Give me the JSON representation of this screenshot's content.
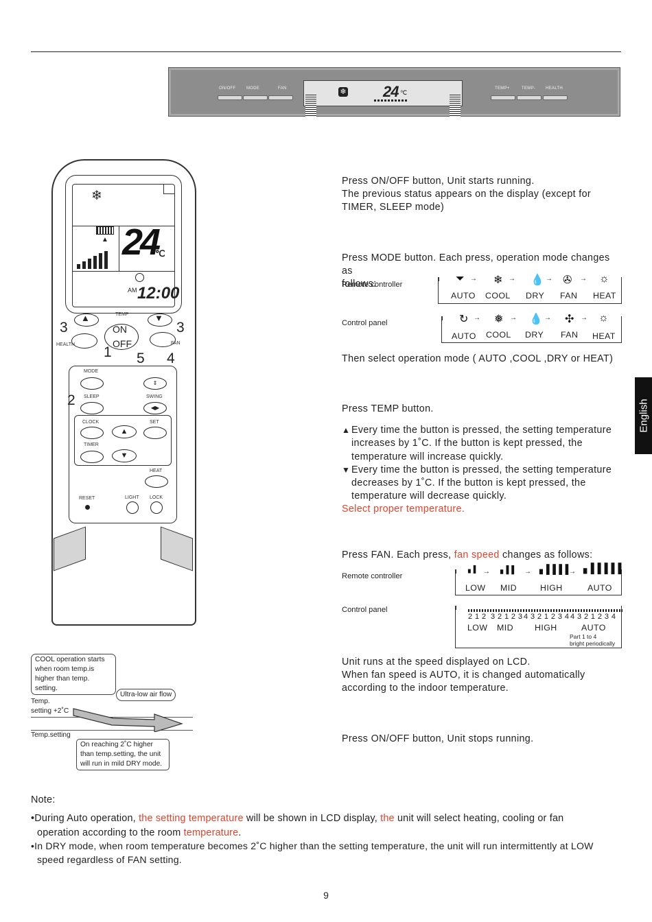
{
  "control_panel": {
    "buttons_left": [
      "ON/OFF",
      "MODE",
      "FAN"
    ],
    "buttons_right": [
      "TEMP+",
      "TEMP-",
      "HEALTH"
    ],
    "temperature": "24",
    "unit": "℃"
  },
  "remote": {
    "temperature": "24",
    "unit": "℃",
    "clock": "12:00",
    "am": "AM",
    "labels": {
      "temp": "TEMP",
      "on": "ON",
      "off": "OFF",
      "health": "HEALTH",
      "fan": "FAN",
      "mode": "MODE",
      "sleep": "SLEEP",
      "swing": "SWING",
      "clock": "CLOCK",
      "set": "SET",
      "timer": "TIMER",
      "heat": "HEAT",
      "reset": "RESET",
      "light": "LIGHT",
      "lock": "LOCK"
    },
    "step_numbers": [
      "3",
      "3",
      "1",
      "5",
      "4",
      "2"
    ]
  },
  "steps": {
    "on": {
      "line1": "Press ON/OFF button, Unit starts running.",
      "line2": "The previous status appears on the  display (except for",
      "line3": "TIMER, SLEEP mode)"
    },
    "mode": {
      "line1": "Press MODE button. Each press, operation mode changes as",
      "line2": "follows:",
      "remote_label": "Remote controller",
      "panel_label": "Control panel",
      "modes": [
        "AUTO",
        "COOL",
        "DRY",
        "FAN",
        "HEAT"
      ],
      "after": "Then select operation mode ( AUTO ,COOL ,DRY or  HEAT)"
    },
    "temp": {
      "line1": "Press TEMP button.",
      "up_line1": "Every time the button is pressed, the setting temperature",
      "up_line2": "increases by 1˚C. If the button is kept pressed, the",
      "up_line3": "temperature will increase quickly.",
      "down_line1": "Every time the button is pressed, the setting temperature",
      "down_line2": "decreases by 1˚C. If the button is kept pressed, the",
      "down_line3": "temperature will decrease quickly.",
      "select": "Select proper temperature."
    },
    "fan": {
      "line_pre": "Press FAN. Each press, ",
      "line_red": "fan speed",
      "line_post": " changes as follows:",
      "remote_label": "Remote controller",
      "panel_label": "Control panel",
      "speeds": [
        "LOW",
        "MID",
        "HIGH",
        "AUTO"
      ],
      "panel_digits": [
        "2 1 2",
        "3 2 1 2 3",
        "4 3 2 1 2 3 4",
        "4 3 2 1 2 3 4"
      ],
      "part_note_1": "Part 1 to 4",
      "part_note_2": "bright periodically",
      "after1": "Unit runs at the speed displayed on LCD.",
      "after2": "When  fan  speed  is  AUTO,  it  is  changed  automatically",
      "after3": "according to the indoor temperature."
    },
    "off": {
      "line1": "Press ON/OFF button, Unit stops running."
    }
  },
  "diagram": {
    "cool_box": [
      "COOL operation starts",
      "when room temp.is",
      "higher than temp.",
      "setting."
    ],
    "ultra_low": "Ultra-low air flow",
    "temp_plus_1": "Temp.",
    "temp_plus_2": "setting +2˚C",
    "temp_setting": "Temp.setting",
    "dry_box": [
      "On reaching 2˚C higher",
      "than temp.setting, the unit",
      "will run in mild DRY mode."
    ]
  },
  "note": {
    "title": "Note:",
    "b1_a": "During Auto operation, ",
    "b1_b": "the setting temperature",
    "b1_c": " will be shown in LCD display, ",
    "b1_d": "the",
    "b1_e": " unit will select heating, cooling or fan",
    "b1_f": "operation according to the room ",
    "b1_g": "temperature",
    "b1_h": ".",
    "b2_a": "In DRY mode, when room temperature becomes 2˚C higher than the setting temperature, the unit will run intermittently at LOW",
    "b2_b": "speed regardless of FAN setting."
  },
  "side_tab": "English",
  "page_number": "9",
  "colors": {
    "accent_red": "#e2432d",
    "panel_gray": "#8d8d8d"
  }
}
